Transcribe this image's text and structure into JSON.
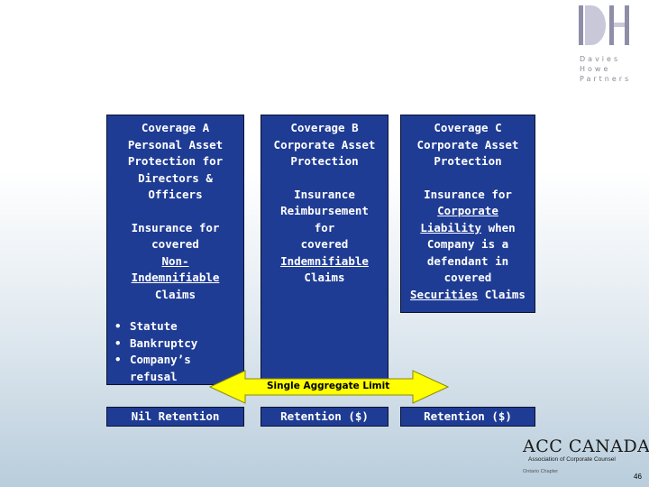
{
  "logo": {
    "lines": [
      "Davies",
      "Howe",
      "Partners"
    ],
    "colors": {
      "mark_dark": "#8e8ea8",
      "mark_light": "#c8c8d8"
    }
  },
  "coverage_a": {
    "title_lines": [
      "Coverage A",
      "Personal Asset",
      "Protection for",
      "Directors &",
      "Officers"
    ],
    "desc_lines": [
      "Insurance for",
      "covered"
    ],
    "desc_underlined": [
      "Non-",
      "Indemnifiable"
    ],
    "desc_tail": "Claims",
    "bullets": [
      "Statute",
      "Bankruptcy",
      "Company’s refusal"
    ]
  },
  "coverage_b": {
    "title_lines": [
      "Coverage B",
      "Corporate Asset",
      "Protection"
    ],
    "desc_lines": [
      "Insurance",
      "Reimbursement",
      "for",
      "covered"
    ],
    "desc_underlined": "Indemnifiable",
    "desc_tail": "Claims"
  },
  "coverage_c": {
    "title_lines": [
      "Coverage C",
      "Corporate Asset",
      "Protection"
    ],
    "desc_line1": "Insurance for",
    "desc_u1": "Corporate",
    "desc_u2": "Liability",
    "desc_after_u2": " when",
    "desc_mid": [
      "Company is a",
      "defendant in",
      "covered"
    ],
    "desc_u3": "Securities",
    "desc_tail": " Claims"
  },
  "arrow_label": "Single Aggregate Limit",
  "retention": [
    "Nil Retention",
    "Retention ($)",
    "Retention ($)"
  ],
  "acc_logo": {
    "name": "ACC CANADA",
    "subtitle": "Association of Corporate Counsel",
    "chapter": "Ontario Chapter"
  },
  "page_number": "46",
  "colors": {
    "box_fill": "#1f3c94",
    "arrow_fill": "#ffff00",
    "arrow_stroke": "#8a8a00"
  }
}
